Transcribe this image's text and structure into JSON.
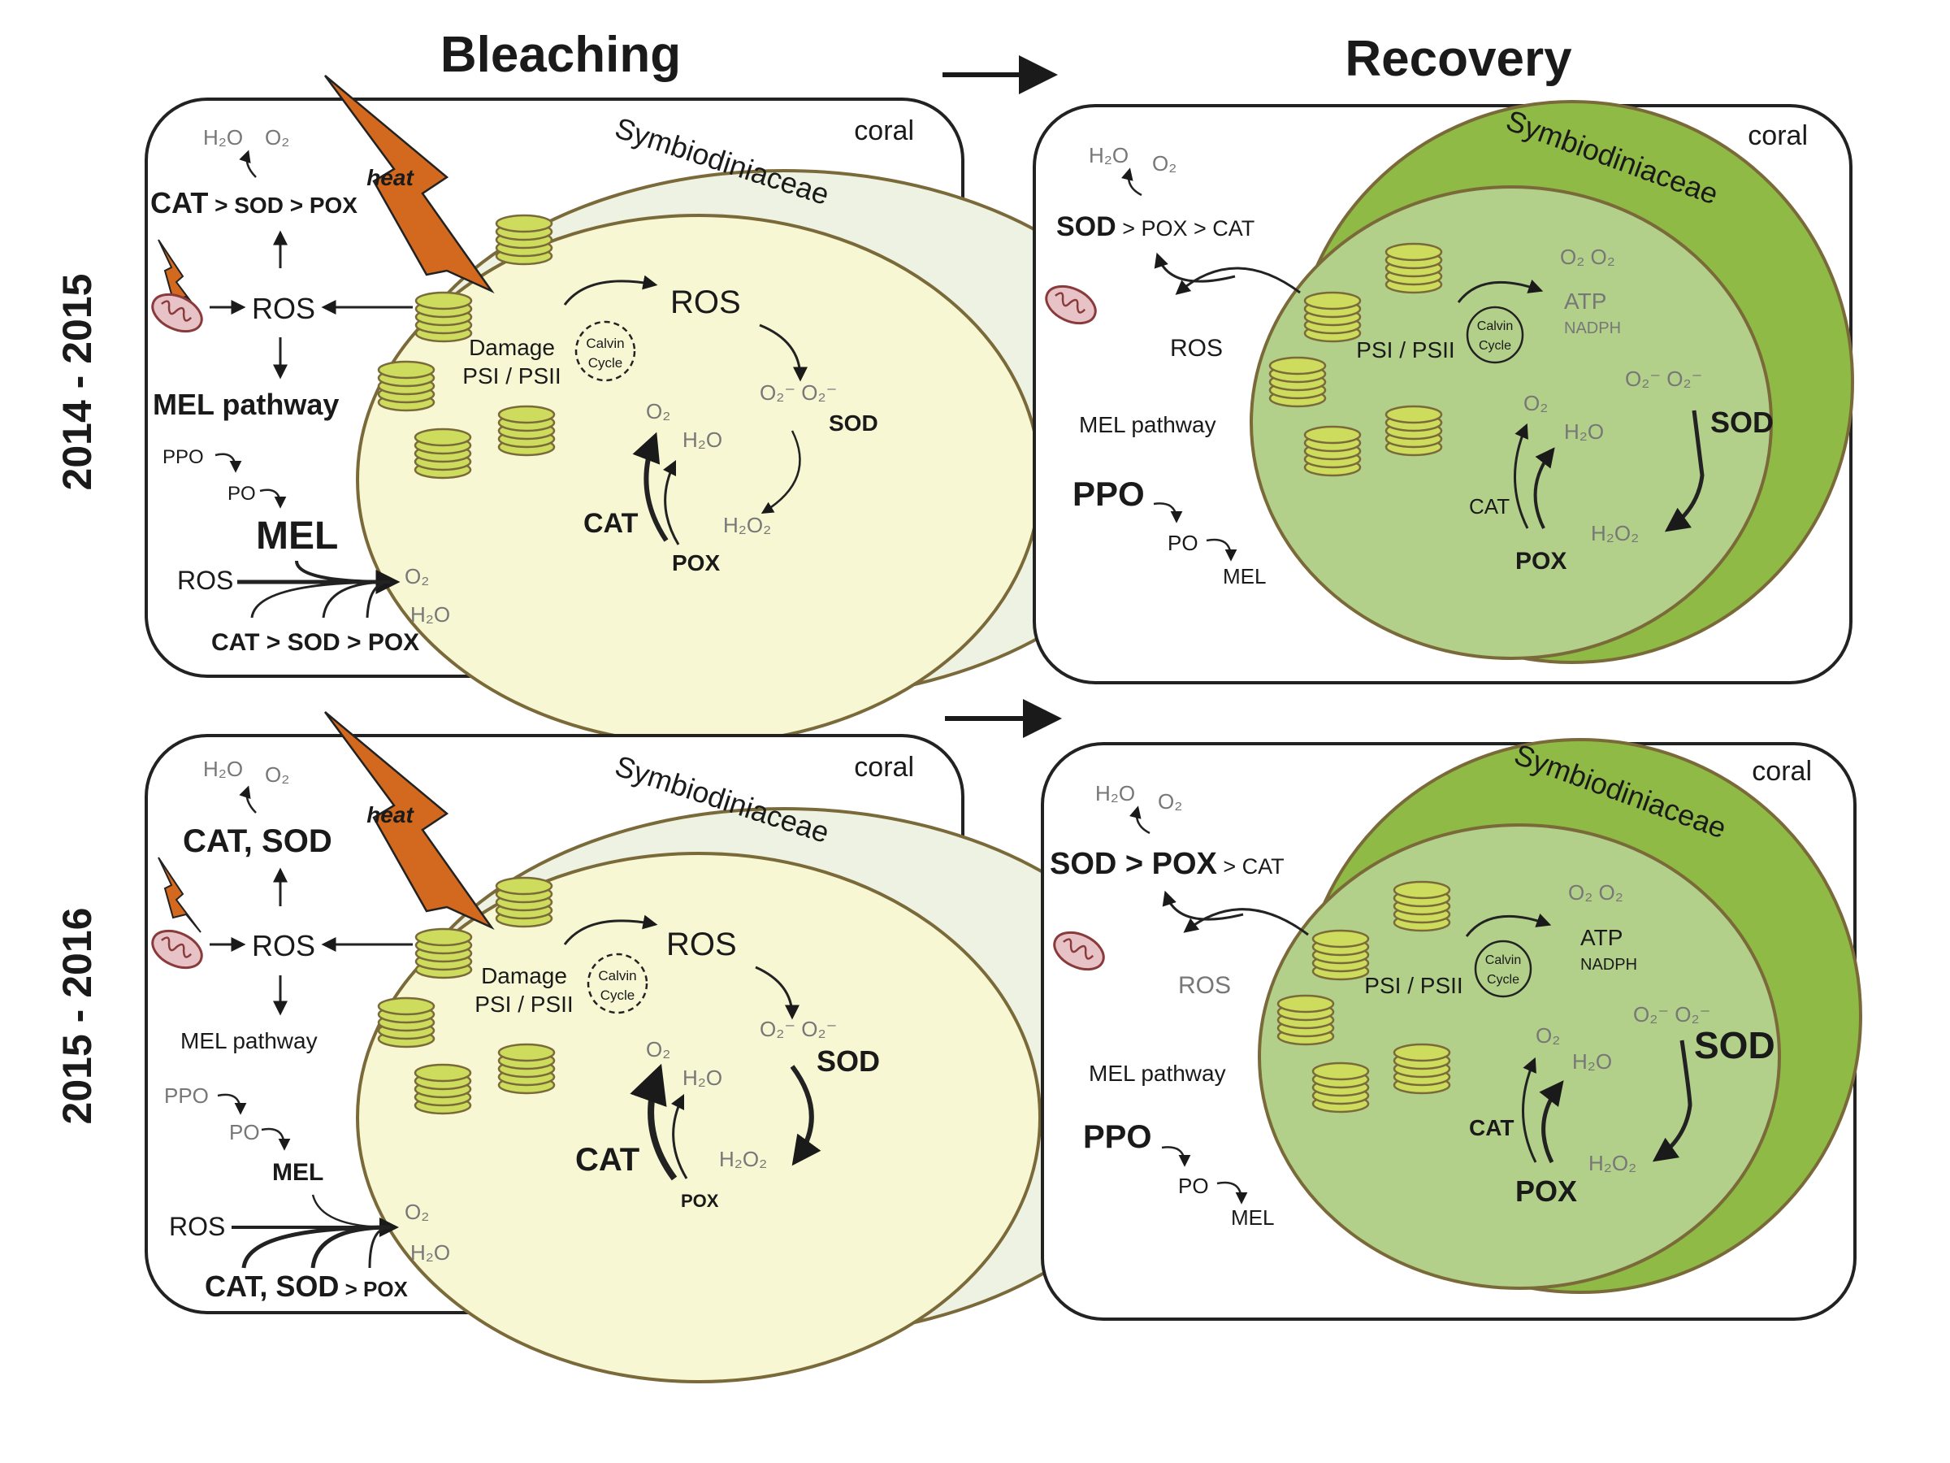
{
  "headings": {
    "bleaching": "Bleaching",
    "recovery": "Recovery",
    "years_top": "2014 - 2015",
    "years_bottom": "2015 - 2016"
  },
  "panels": {
    "bleach_1": {
      "coral": "coral",
      "symbio": "Symbiodiniaceae",
      "heat": "heat",
      "h2o_top": "H₂O",
      "o2_top": "O₂",
      "enz_top_a": "CAT",
      "enz_top_b": " > SOD > POX",
      "ros_left": "ROS",
      "mel_pathway": "MEL pathway",
      "ppo": "PPO",
      "po": "PO",
      "mel": "MEL",
      "ros_bottom": "ROS",
      "o2_bottom": "O₂",
      "h2o_bottom": "H₂O",
      "enz_bottom": "CAT > SOD > POX",
      "damage": "Damage",
      "psi": "PSI / PSII",
      "calvin1": "Calvin",
      "calvin2": "Cycle",
      "ros_cell": "ROS",
      "superoxide": "O₂⁻ O₂⁻",
      "sod": "SOD",
      "h2o2": "H₂O₂",
      "cat": "CAT",
      "pox": "POX",
      "o2_cell": "O₂",
      "h2o_cell": "H₂O"
    },
    "recov_1": {
      "coral": "coral",
      "symbio": "Symbiodiniaceae",
      "h2o_top": "H₂O",
      "o2_top": "O₂",
      "enz_top_a": "SOD",
      "enz_top_b": " > POX > CAT",
      "ros_left": "ROS",
      "mel_pathway": "MEL pathway",
      "ppo": "PPO",
      "po": "PO",
      "mel": "MEL",
      "psi": "PSI / PSII",
      "calvin1": "Calvin",
      "calvin2": "Cycle",
      "o2_o2": "O₂  O₂",
      "atp": "ATP",
      "nadph": "NADPH",
      "superoxide": "O₂⁻ O₂⁻",
      "sod": "SOD",
      "h2o2": "H₂O₂",
      "cat": "CAT",
      "pox": "POX",
      "o2_cell": "O₂",
      "h2o_cell": "H₂O"
    },
    "bleach_2": {
      "coral": "coral",
      "symbio": "Symbiodiniaceae",
      "heat": "heat",
      "h2o_top": "H₂O",
      "o2_top": "O₂",
      "enz_top": "CAT, SOD",
      "ros_left": "ROS",
      "mel_pathway": "MEL pathway",
      "ppo": "PPO",
      "po": "PO",
      "mel": "MEL",
      "ros_bottom": "ROS",
      "o2_bottom": "O₂",
      "h2o_bottom": "H₂O",
      "enz_bottom_a": "CAT, SOD",
      "enz_bottom_b": " > POX",
      "damage": "Damage",
      "psi": "PSI / PSII",
      "calvin1": "Calvin",
      "calvin2": "Cycle",
      "ros_cell": "ROS",
      "superoxide": "O₂⁻ O₂⁻",
      "sod": "SOD",
      "h2o2": "H₂O₂",
      "cat": "CAT",
      "pox": "POX",
      "o2_cell": "O₂",
      "h2o_cell": "H₂O"
    },
    "recov_2": {
      "coral": "coral",
      "symbio": "Symbiodiniaceae",
      "h2o_top": "H₂O",
      "o2_top": "O₂",
      "enz_top_a": "SOD > POX",
      "enz_top_b": " > CAT",
      "ros_left": "ROS",
      "mel_pathway": "MEL pathway",
      "ppo": "PPO",
      "po": "PO",
      "mel": "MEL",
      "psi": "PSI / PSII",
      "calvin1": "Calvin",
      "calvin2": "Cycle",
      "o2_o2": "O₂  O₂",
      "atp": "ATP",
      "nadph": "NADPH",
      "superoxide": "O₂⁻ O₂⁻",
      "sod": "SOD",
      "h2o2": "H₂O₂",
      "cat": "CAT",
      "pox": "POX",
      "o2_cell": "O₂",
      "h2o_cell": "H₂O"
    }
  },
  "colors": {
    "heat": "#d2691e",
    "bleached_cell": "#eef2e2",
    "bleached_chloroplast": "#f8f7d4",
    "thylakoid": "#cddc5c",
    "healthy_outer": "#8fba45",
    "healthy_inner": "#b3d08a",
    "outline": "#7a6a3a",
    "mito": "#e7c3c7"
  },
  "icons": [
    "heat-bolt-icon",
    "mitochondrion-icon",
    "thylakoid-stack-icon",
    "calvin-cycle-icon",
    "arrow-icon"
  ]
}
